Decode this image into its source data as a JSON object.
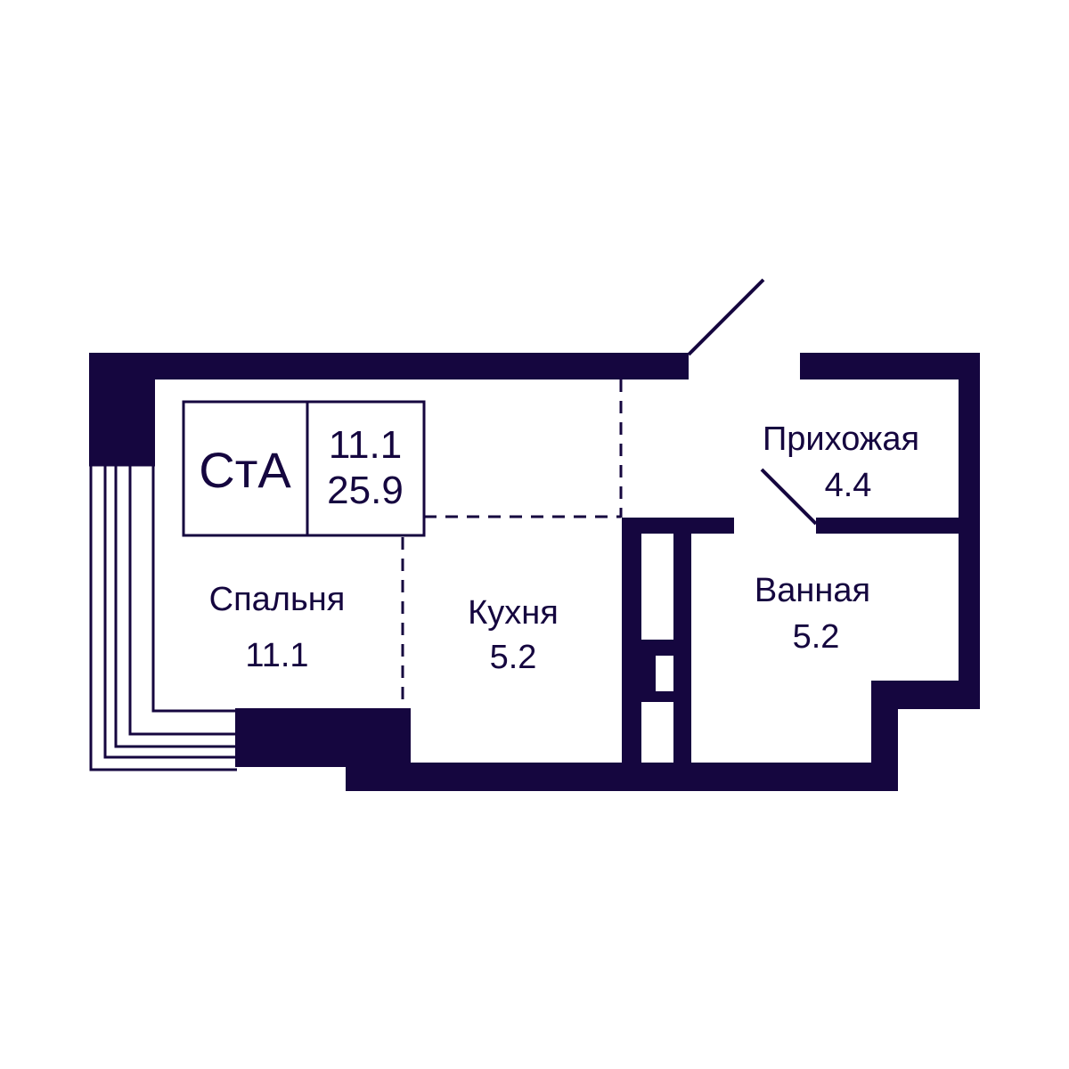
{
  "colors": {
    "wall": "#15063f",
    "background": "#ffffff"
  },
  "info_box": {
    "apartment_type": "СтА",
    "living_area": "11.1",
    "total_area": "25.9"
  },
  "rooms": {
    "bedroom": {
      "name": "Спальня",
      "area": "11.1"
    },
    "kitchen": {
      "name": "Кухня",
      "area": "5.2"
    },
    "hallway": {
      "name": "Прихожая",
      "area": "4.4"
    },
    "bathroom": {
      "name": "Ванная",
      "area": "5.2"
    }
  }
}
